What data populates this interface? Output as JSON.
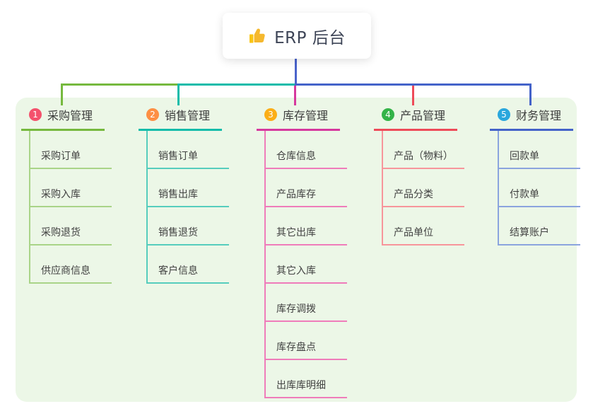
{
  "root": {
    "label": "ERP 后台",
    "icon": "thumbs-up-icon"
  },
  "colors": {
    "trunk_connector": "#4a63cb",
    "panel_background": "#ecf7e7"
  },
  "branches": [
    {
      "index": "1",
      "label": "采购管理",
      "badge_color": "#f4516c",
      "line_color": "#76b93e",
      "sub_line_color": "#a9d488",
      "children": [
        "采购订单",
        "采购入库",
        "采购退货",
        "供应商信息"
      ]
    },
    {
      "index": "2",
      "label": "销售管理",
      "badge_color": "#fd8f44",
      "line_color": "#14bcaa",
      "sub_line_color": "#56cdbd",
      "children": [
        "销售订单",
        "销售出库",
        "销售退货",
        "客户信息"
      ]
    },
    {
      "index": "3",
      "label": "库存管理",
      "badge_color": "#fbae17",
      "line_color": "#d6399e",
      "sub_line_color": "#ef7cba",
      "children": [
        "仓库信息",
        "产品库存",
        "其它出库",
        "其它入库",
        "库存调拨",
        "库存盘点",
        "出库库明细"
      ]
    },
    {
      "index": "4",
      "label": "产品管理",
      "badge_color": "#33b348",
      "line_color": "#ee4b59",
      "sub_line_color": "#f7959b",
      "children": [
        "产品（物料）",
        "产品分类",
        "产品单位"
      ]
    },
    {
      "index": "5",
      "label": "财务管理",
      "badge_color": "#2aa7dd",
      "line_color": "#4463c9",
      "sub_line_color": "#8ba4de",
      "children": [
        "回款单",
        "付款单",
        "结算账户"
      ]
    }
  ]
}
